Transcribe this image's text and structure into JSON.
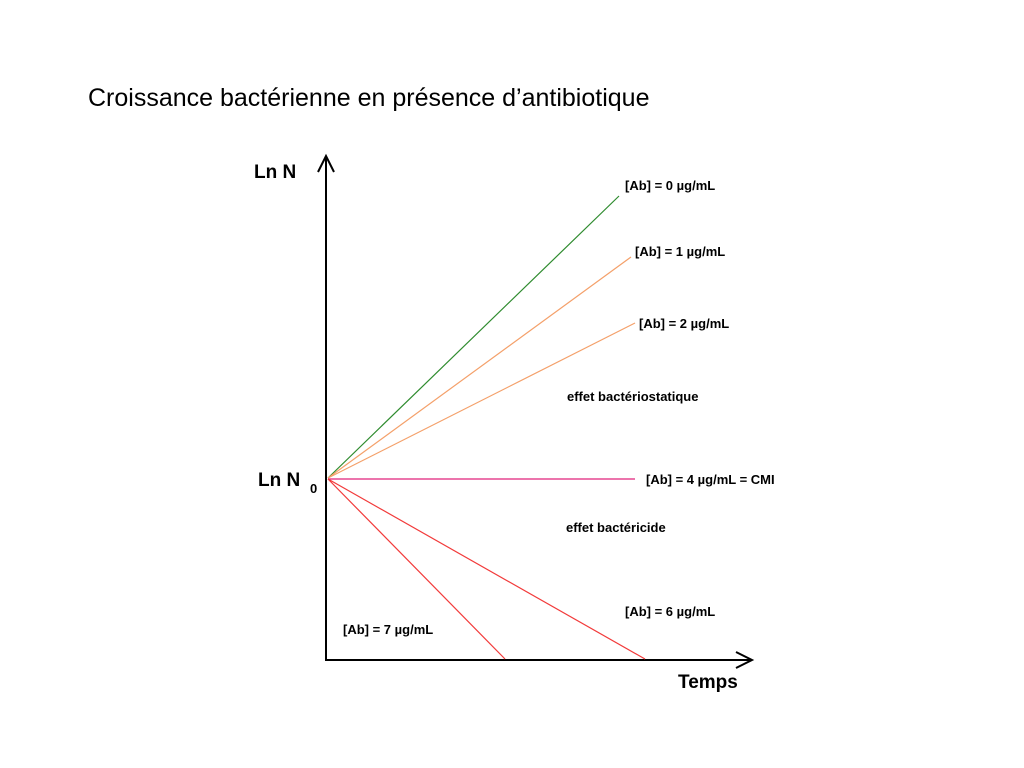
{
  "title": "Croissance bactérienne en présence d’antibiotique",
  "axes": {
    "y_label": "Ln N",
    "origin_label": "Ln N",
    "origin_subscript": "0",
    "x_label": "Temps"
  },
  "zones": {
    "bacteriostatic": "effet bactériostatique",
    "bactericidal": "effet bactéricide"
  },
  "colors": {
    "axis": "#000000",
    "green": "#2e8b2e",
    "orange": "#f4a06a",
    "magenta": "#e0207a",
    "red": "#f23a3a"
  },
  "curves": [
    {
      "id": "ab0",
      "label": "[Ab] = 0 µg/mL",
      "color": "green"
    },
    {
      "id": "ab1",
      "label": "[Ab] = 1 µg/mL",
      "color": "orange"
    },
    {
      "id": "ab2",
      "label": "[Ab] = 2 µg/mL",
      "color": "orange"
    },
    {
      "id": "ab4",
      "label": "[Ab] = 4 µg/mL = CMI",
      "color": "magenta"
    },
    {
      "id": "ab6",
      "label": "[Ab] = 6 µg/mL",
      "color": "red"
    },
    {
      "id": "ab7",
      "label": "[Ab] = 7 µg/mL",
      "color": "red"
    }
  ]
}
